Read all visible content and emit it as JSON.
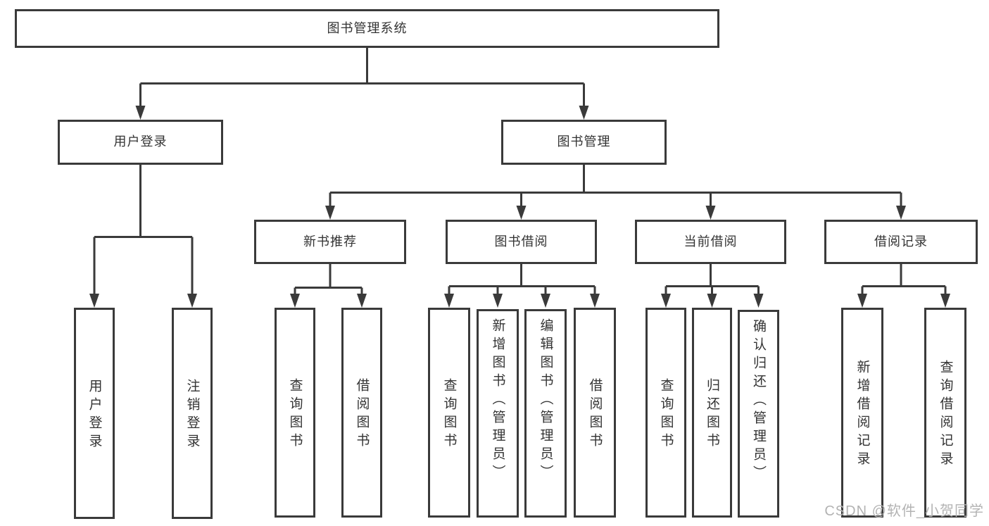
{
  "diagram": {
    "root": {
      "label": "图书管理系统"
    },
    "branches": [
      {
        "label": "用户登录",
        "children": [
          {
            "label": "用户登录"
          },
          {
            "label": "注销登录"
          }
        ]
      },
      {
        "label": "图书管理",
        "children": [
          {
            "label": "新书推荐",
            "children": [
              {
                "label": "查询图书"
              },
              {
                "label": "借阅图书"
              }
            ]
          },
          {
            "label": "图书借阅",
            "children": [
              {
                "label": "查询图书"
              },
              {
                "label": "新增图书（管理员）"
              },
              {
                "label": "编辑图书（管理员）"
              },
              {
                "label": "借阅图书"
              }
            ]
          },
          {
            "label": "当前借阅",
            "children": [
              {
                "label": "查询图书"
              },
              {
                "label": "归还图书"
              },
              {
                "label": "确认归还（管理员）"
              }
            ]
          },
          {
            "label": "借阅记录",
            "children": [
              {
                "label": "新增借阅记录"
              },
              {
                "label": "查询借阅记录"
              }
            ]
          }
        ]
      }
    ]
  },
  "watermark": {
    "text": "CSDN @软件_小贺同学"
  },
  "colors": {
    "line": "#3a3a3a",
    "box_border": "#3a3a3a",
    "text": "#333333",
    "background": "#ffffff",
    "watermark": "#b3b3b3"
  }
}
